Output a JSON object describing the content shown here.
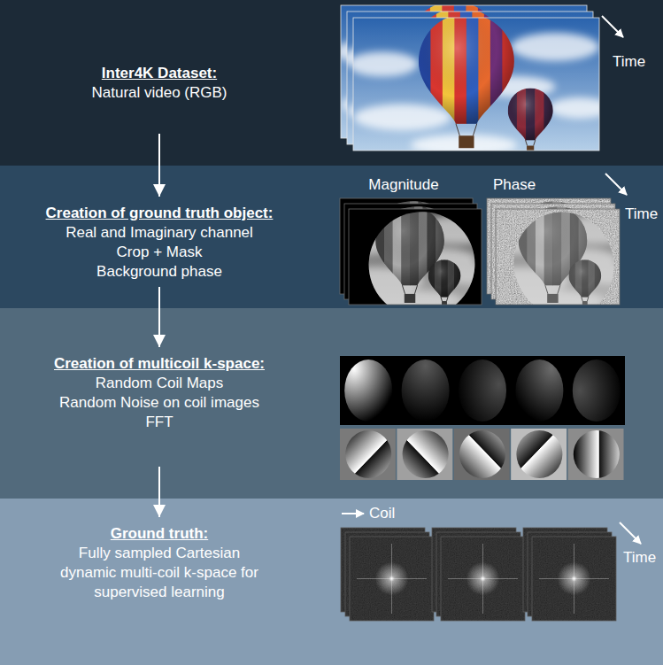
{
  "diagram": {
    "nodes": [
      {
        "text": [
          "Inter4K Dataset:",
          "Natural video (RGB)"
        ]
      },
      {
        "text": [
          "Creation of ground truth object:",
          "Real and Imaginary channel",
          "Crop + Mask",
          "Background phase"
        ]
      },
      {
        "text": [
          "Creation of multicoil k-space:",
          "Random Coil Maps",
          "Random Noise on coil images",
          "FFT"
        ]
      },
      {
        "text": [
          "Ground truth:",
          "Fully sampled Cartesian dynamic multi-coil k-space for supervised learning"
        ]
      }
    ],
    "edges": [
      {
        "from": 0,
        "to": 1,
        "arrow": "to"
      },
      {
        "from": 1,
        "to": 2,
        "arrow": "to"
      },
      {
        "from": 2,
        "to": 3,
        "arrow": "to"
      }
    ],
    "labels": [
      "Time",
      "Magnitude",
      "Phase",
      "Time",
      "Coil",
      "Time"
    ]
  }
}
